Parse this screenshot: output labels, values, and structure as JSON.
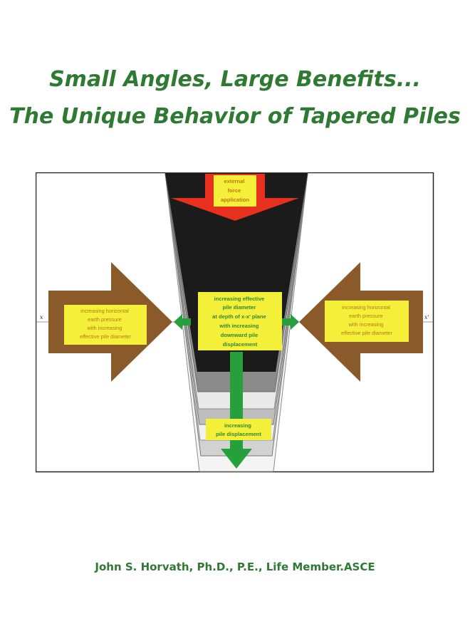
{
  "cover": {
    "title_line1": "Small Angles, Large Benefits...",
    "title_line2": "The Unique Behavior of Tapered Piles",
    "author": "John S. Horvath, Ph.D., P.E., Life Member.ASCE"
  },
  "diagram": {
    "top_arrow": [
      "external",
      "force",
      "application"
    ],
    "left_box": [
      "increasing horizontal",
      "earth pressure",
      "with increasing",
      "effective pile diameter"
    ],
    "right_box": [
      "increasing horizontal",
      "earth pressure",
      "with increasing",
      "effective pile diameter"
    ],
    "center_box": [
      "increasing effective",
      "pile diameter",
      "at depth of x-x' plane",
      "with increasing",
      "downward pile",
      "displacement"
    ],
    "bottom_box": [
      "increasing",
      "pile displacement"
    ],
    "axis_left": "x",
    "axis_right": "x'"
  },
  "colors": {
    "title_green": "#2f7a32",
    "arrow_red": "#e8301e",
    "arrow_brown": "#8a5a2b",
    "arrow_green": "#25a03a",
    "box_yellow": "#f4ef38",
    "pile_black": "#1b1b1b"
  }
}
